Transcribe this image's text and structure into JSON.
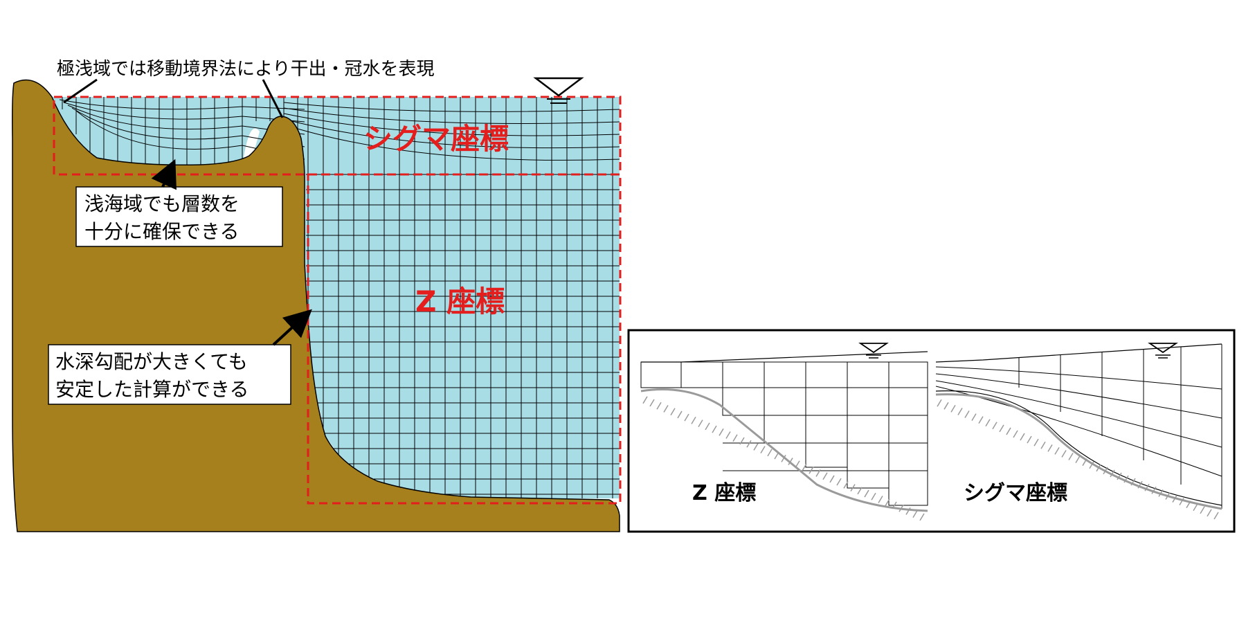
{
  "annotations": {
    "top": "極浅域では移動境界法により干出・冠水を表現",
    "shallow_line1": "浅海域でも層数を",
    "shallow_line2": "十分に確保できる",
    "steep_line1": "水深勾配が大きくても",
    "steep_line2": "安定した計算ができる"
  },
  "regions": {
    "sigma_label": "シグマ座標",
    "z_label": "Z 座標"
  },
  "inset": {
    "z_label": "Z 座標",
    "sigma_label": "シグマ座標"
  },
  "colors": {
    "water": "#a8dde6",
    "land": "#a5801c",
    "grid": "#000000",
    "region_outline": "#e41d1d",
    "label_red": "#e41d1d",
    "hatch": "#9a9a9a"
  },
  "icons": {
    "water_surface": "inverted-triangle-water-level-icon",
    "arrow": "black-arrow-icon"
  }
}
